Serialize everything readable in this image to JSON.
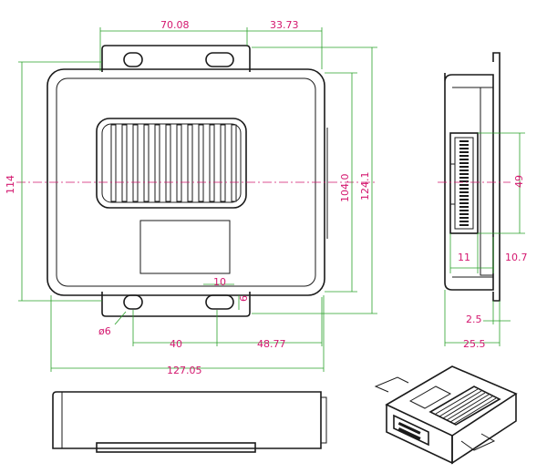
{
  "dimensions": {
    "top_left": "70.08",
    "top_right": "33.73",
    "height_overall": "114",
    "height_body": "104.0",
    "height_total": "124.1",
    "slot": "10",
    "slot_height": "6",
    "hole_dia": "ø6",
    "hole_spacing": "40",
    "hole_to_edge": "48.77",
    "width_overall": "127.05",
    "side_connector": "49",
    "side_11": "11",
    "side_10_7": "10.7",
    "side_flange": "2.5",
    "side_depth": "25.5"
  },
  "colors": {
    "outline": "#1a1a1a",
    "dimension_line": "#2aa12a",
    "dimension_text": "#d4176f",
    "center_line": "#d4176f"
  }
}
